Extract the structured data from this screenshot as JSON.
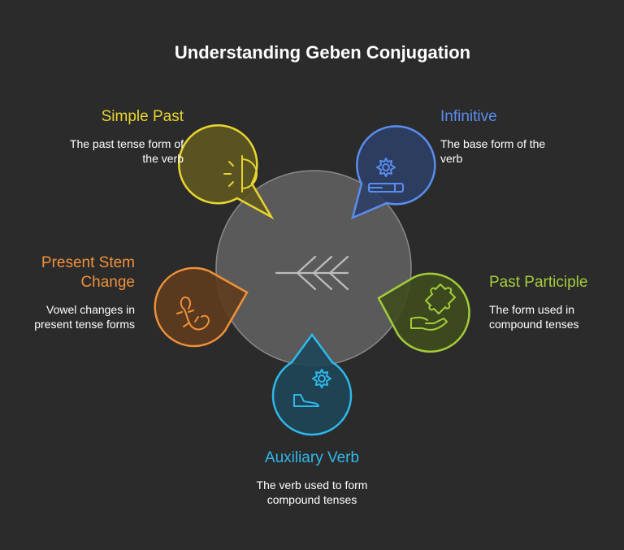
{
  "title": "Understanding Geben Conjugation",
  "colors": {
    "background": "#2b2b2b",
    "center_fill": "#5a5a5a",
    "simple_past": "#e8d530",
    "infinitive": "#5b8def",
    "past_participle": "#a4cc3a",
    "auxiliary_verb": "#2fb8ea",
    "present_stem": "#f0913a"
  },
  "items": {
    "simple_past": {
      "label": "Simple Past",
      "desc_line1": "The past tense form of",
      "desc_line2": "the verb",
      "icon": "half-sun-icon"
    },
    "infinitive": {
      "label": "Infinitive",
      "desc_line1": "The base form of the",
      "desc_line2": "verb",
      "icon": "gear-pencil-icon"
    },
    "present_stem": {
      "label_line1": "Present Stem",
      "label_line2": "Change",
      "desc_line1": "Vowel changes in",
      "desc_line2": "present tense forms",
      "icon": "salamander-icon"
    },
    "past_participle": {
      "label": "Past Participle",
      "desc_line1": "The form used in",
      "desc_line2": "compound tenses",
      "icon": "puzzle-hand-icon"
    },
    "auxiliary_verb": {
      "label": "Auxiliary Verb",
      "desc_line1": "The verb used to form",
      "desc_line2": "compound tenses",
      "icon": "gear-shoe-icon"
    }
  }
}
